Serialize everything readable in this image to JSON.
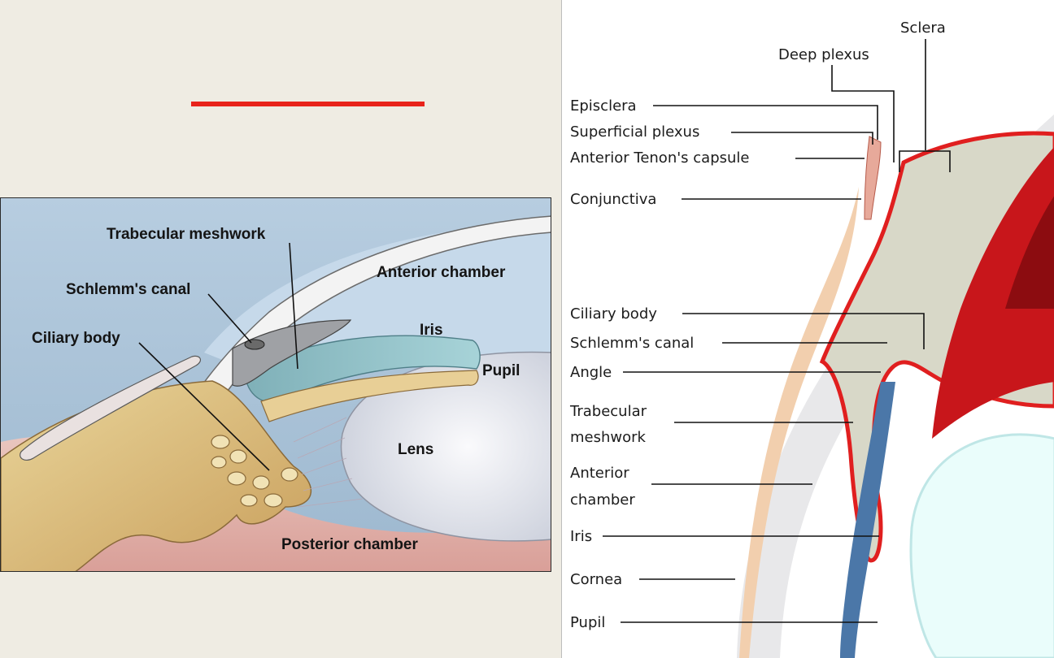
{
  "left_diagram": {
    "labels": {
      "trabecular_meshwork": "Trabecular meshwork",
      "anterior_chamber": "Anterior chamber",
      "schlemms_canal": "Schlemm's canal",
      "iris": "Iris",
      "ciliary_body": "Ciliary body",
      "pupil": "Pupil",
      "lens": "Lens",
      "posterior_chamber": "Posterior chamber"
    }
  },
  "right_diagram": {
    "labels": {
      "sclera": "Sclera",
      "deep_plexus": "Deep plexus",
      "episclera": "Episclera",
      "superficial_plexus": "Superficial plexus",
      "anterior_tenons_capsule": "Anterior Tenon's capsule",
      "conjunctiva": "Conjunctiva",
      "ciliary_body": "Ciliary body",
      "schlemms_canal": "Schlemm's canal",
      "angle": "Angle",
      "trabecular_line1": "Trabecular",
      "trabecular_line2": "meshwork",
      "anterior_line1": "Anterior",
      "anterior_line2": "chamber",
      "iris": "Iris",
      "cornea": "Cornea",
      "pupil": "Pupil"
    }
  },
  "colors": {
    "background": "#efece3",
    "accent_rule": "#e8231b",
    "outline_red": "#e01f1f"
  }
}
